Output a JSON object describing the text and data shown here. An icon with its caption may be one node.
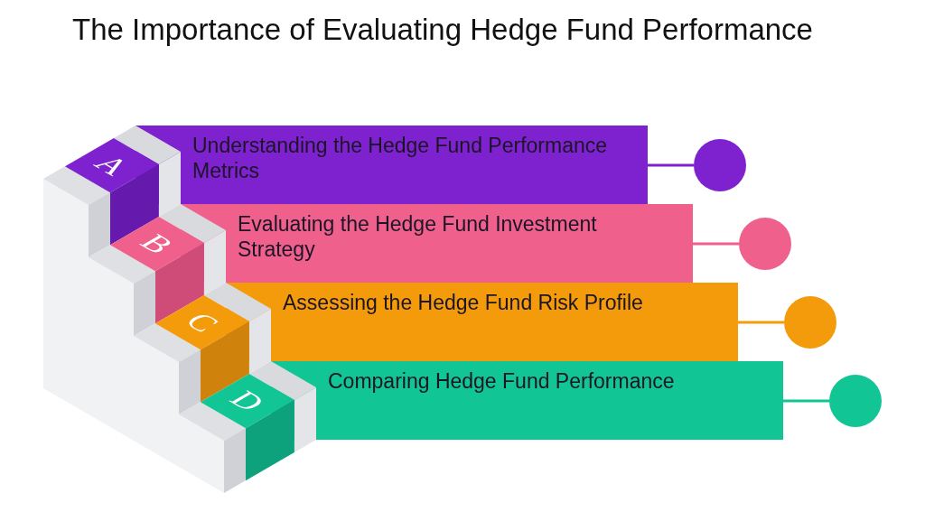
{
  "diagram": {
    "title": "The Importance of Evaluating Hedge Fund Performance",
    "nodes": [
      {
        "text": [
          "A"
        ]
      },
      {
        "text": [
          "Understanding the Hedge Fund Performance Metrics"
        ]
      },
      {
        "text": [],
        "shape": "circle"
      },
      {
        "text": [
          "B"
        ]
      },
      {
        "text": [
          "Evaluating the Hedge Fund Investment Strategy"
        ]
      },
      {
        "text": [],
        "shape": "circle"
      },
      {
        "text": [
          "C"
        ]
      },
      {
        "text": [
          "Assessing the Hedge Fund Risk Profile"
        ]
      },
      {
        "text": [],
        "shape": "circle"
      },
      {
        "text": [
          "D"
        ]
      },
      {
        "text": [
          "Comparing Hedge Fund Performance"
        ]
      },
      {
        "text": [],
        "shape": "circle"
      }
    ],
    "edges": [
      {
        "from": 1,
        "to": 2,
        "arrow": "none",
        "color": "#7e21cf"
      },
      {
        "from": 4,
        "to": 5,
        "arrow": "none",
        "color": "#f0608d"
      },
      {
        "from": 7,
        "to": 8,
        "arrow": "none",
        "color": "#f49b0b"
      },
      {
        "from": 10,
        "to": 11,
        "arrow": "none",
        "color": "#12c594"
      }
    ]
  }
}
